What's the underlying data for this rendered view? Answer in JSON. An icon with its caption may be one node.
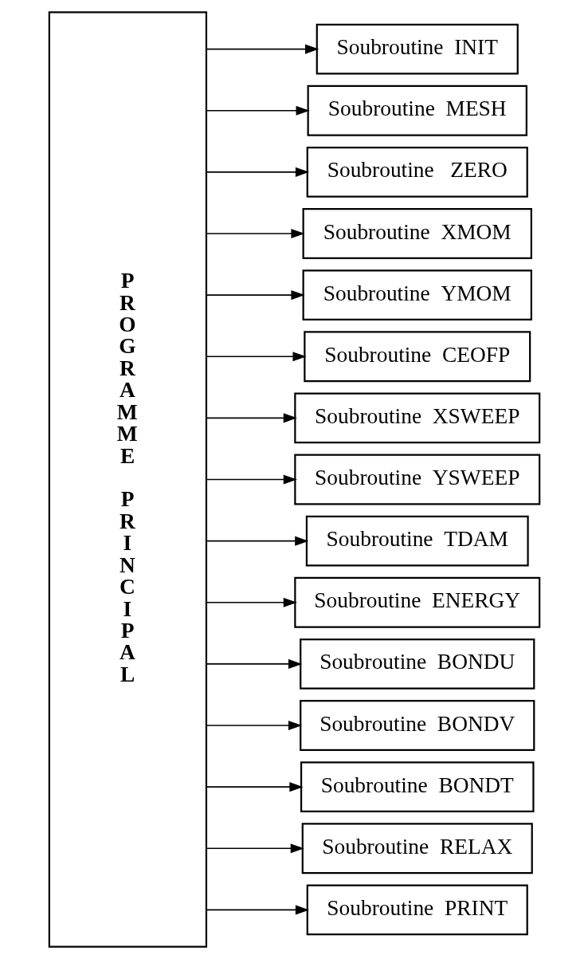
{
  "diagram": {
    "nodes": [
      {
        "text": [
          "PROGRAMME PRINCIPAL"
        ]
      },
      {
        "text": [
          "Soubroutine  INIT"
        ]
      },
      {
        "text": [
          "Soubroutine  MESH"
        ]
      },
      {
        "text": [
          "Soubroutine   ZERO"
        ]
      },
      {
        "text": [
          "Soubroutine  XMOM"
        ]
      },
      {
        "text": [
          "Soubroutine  YMOM"
        ]
      },
      {
        "text": [
          "Soubroutine  CEOFP"
        ]
      },
      {
        "text": [
          "Soubroutine  XSWEEP"
        ]
      },
      {
        "text": [
          "Soubroutine  YSWEEP"
        ]
      },
      {
        "text": [
          "Soubroutine  TDAM"
        ]
      },
      {
        "text": [
          "Soubroutine  ENERGY"
        ]
      },
      {
        "text": [
          "Soubroutine  BONDU"
        ]
      },
      {
        "text": [
          "Soubroutine  BONDV"
        ]
      },
      {
        "text": [
          "Soubroutine  BONDT"
        ]
      },
      {
        "text": [
          "Soubroutine  RELAX"
        ]
      },
      {
        "text": [
          "Soubroutine  PRINT"
        ]
      }
    ],
    "edges": [
      {
        "from": 0,
        "to": 1,
        "arrow": "to"
      },
      {
        "from": 0,
        "to": 2,
        "arrow": "to"
      },
      {
        "from": 0,
        "to": 3,
        "arrow": "to"
      },
      {
        "from": 0,
        "to": 4,
        "arrow": "to"
      },
      {
        "from": 0,
        "to": 5,
        "arrow": "to"
      },
      {
        "from": 0,
        "to": 6,
        "arrow": "to"
      },
      {
        "from": 0,
        "to": 7,
        "arrow": "to"
      },
      {
        "from": 0,
        "to": 8,
        "arrow": "to"
      },
      {
        "from": 0,
        "to": 9,
        "arrow": "to"
      },
      {
        "from": 0,
        "to": 10,
        "arrow": "to"
      },
      {
        "from": 0,
        "to": 11,
        "arrow": "to"
      },
      {
        "from": 0,
        "to": 12,
        "arrow": "to"
      },
      {
        "from": 0,
        "to": 13,
        "arrow": "to"
      },
      {
        "from": 0,
        "to": 14,
        "arrow": "to"
      },
      {
        "from": 0,
        "to": 15,
        "arrow": "to"
      }
    ]
  }
}
